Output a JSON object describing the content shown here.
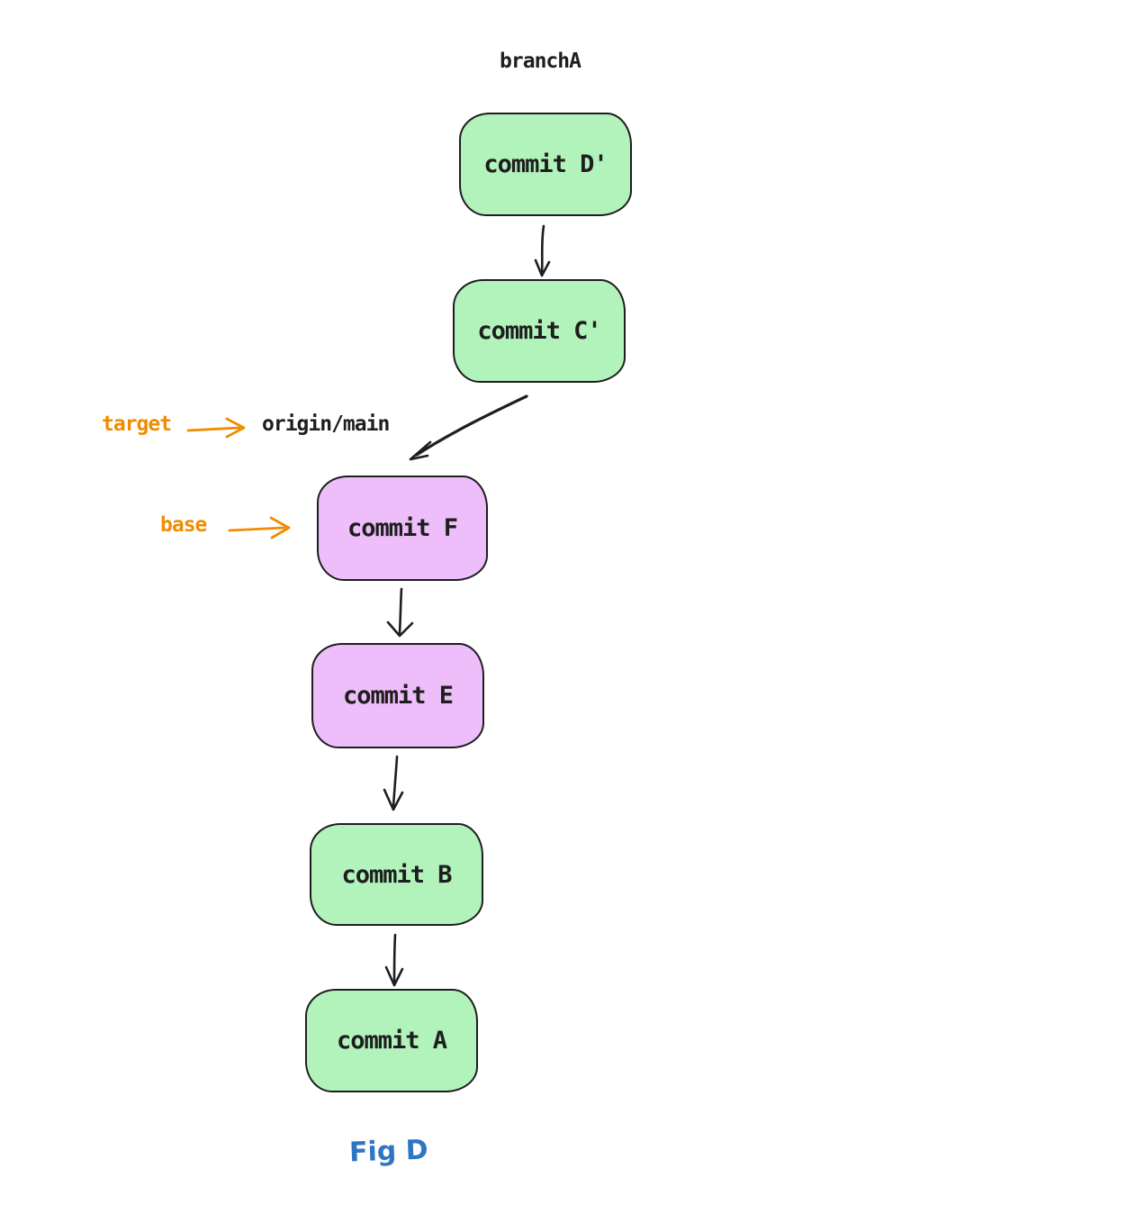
{
  "diagram": {
    "type": "git-commit-graph",
    "branch_label": "branchA",
    "ref_label": "origin/main",
    "annotations": {
      "target": {
        "label": "target",
        "points_to": "origin/main"
      },
      "base": {
        "label": "base",
        "points_to": "commit F"
      }
    },
    "nodes": [
      {
        "label": "commit D'",
        "color_key": "green"
      },
      {
        "label": "commit C'",
        "color_key": "green"
      },
      {
        "label": "commit F",
        "color_key": "violet"
      },
      {
        "label": "commit E",
        "color_key": "violet"
      },
      {
        "label": "commit B",
        "color_key": "green"
      },
      {
        "label": "commit A",
        "color_key": "green"
      }
    ],
    "edges": [
      {
        "from": "commit D'",
        "to": "commit C'"
      },
      {
        "from": "commit C' (origin/main ref)",
        "to": "commit F"
      },
      {
        "from": "commit F",
        "to": "commit E"
      },
      {
        "from": "commit E",
        "to": "commit B"
      },
      {
        "from": "commit B",
        "to": "commit A"
      }
    ],
    "caption": "Fig D",
    "colors": {
      "green_fill": "#b2f2bb",
      "violet_fill": "#eebefa",
      "stroke": "#1e1e1e",
      "annotation_orange": "#f08c00",
      "caption_blue": "#2e75c4",
      "background": "#ffffff"
    }
  }
}
